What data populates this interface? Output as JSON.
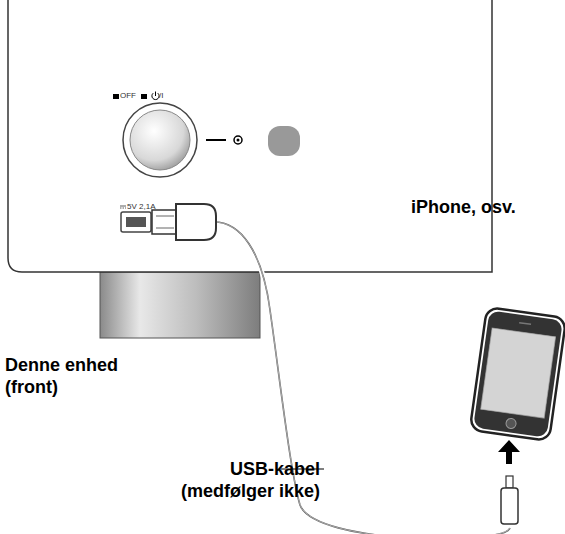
{
  "diagram": {
    "labels": [
      "iPhone, osv.",
      "Denne enhed (front)",
      "USB-kabel (medfølger ikke)",
      "OFF",
      "/I",
      "5V 2,1A"
    ]
  }
}
